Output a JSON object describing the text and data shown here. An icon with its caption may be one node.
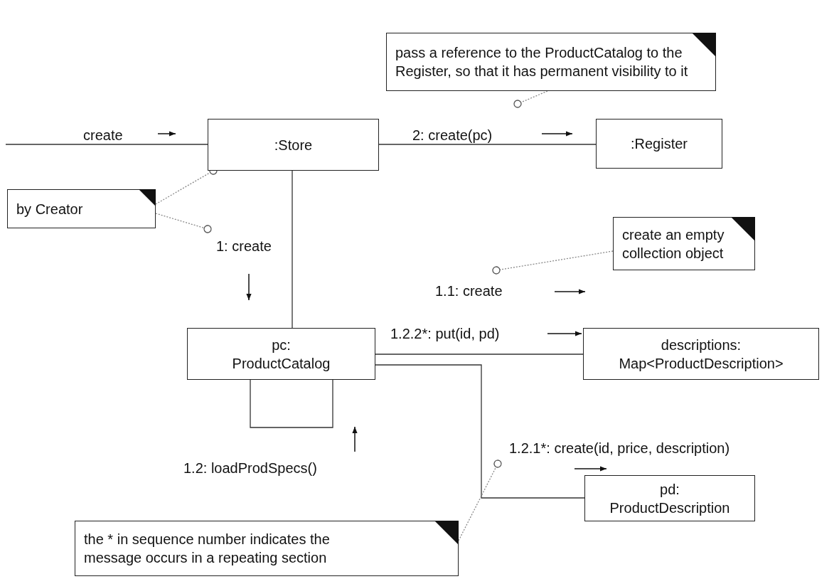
{
  "diagram": {
    "nodes": [
      {
        "text": [
          "pass a reference to the ProductCatalog to the Register, so that it has permanent visibility to it"
        ]
      },
      {
        "text": [
          ":Store"
        ]
      },
      {
        "text": [
          ":Register"
        ]
      },
      {
        "text": [
          "by Creator"
        ]
      },
      {
        "text": [
          "create an empty collection object"
        ]
      },
      {
        "text": [
          "pc: ProductCatalog"
        ]
      },
      {
        "text": [
          "descriptions: Map<ProductDescription>"
        ]
      },
      {
        "text": [
          "pd: ProductDescription"
        ]
      },
      {
        "text": [
          "the * in sequence number indicates the message occurs in a repeating section"
        ]
      }
    ],
    "edges": [
      {
        "from": null,
        "to": 1,
        "arrow": "none",
        "label": "create"
      },
      {
        "from": 1,
        "to": 2,
        "arrow": "none",
        "label": "2: create(pc)"
      },
      {
        "from": 1,
        "to": 5,
        "arrow": "none",
        "label": "1: create"
      },
      {
        "from": 5,
        "to": 5,
        "arrow": "none",
        "label": "1.2: loadProdSpecs()"
      },
      {
        "from": 5,
        "to": 6,
        "arrow": "none",
        "label": "1.2.2*: put(id, pd)"
      },
      {
        "from": 5,
        "to": 7,
        "arrow": "none",
        "label": "1.2.1*: create(id, price, description)"
      },
      {
        "from": 0,
        "to": null,
        "arrow": "other",
        "style": "dashed",
        "color": "#888888"
      },
      {
        "from": 3,
        "to": 1,
        "arrow": "other",
        "style": "dashed",
        "color": "#888888"
      },
      {
        "from": 3,
        "to": null,
        "arrow": "other",
        "style": "dashed",
        "color": "#888888"
      },
      {
        "from": 4,
        "to": null,
        "arrow": "other",
        "style": "dashed",
        "color": "#888888"
      },
      {
        "from": 8,
        "to": null,
        "arrow": "other",
        "style": "dashed",
        "color": "#888888"
      }
    ],
    "labels": [
      "1.1: create"
    ]
  }
}
